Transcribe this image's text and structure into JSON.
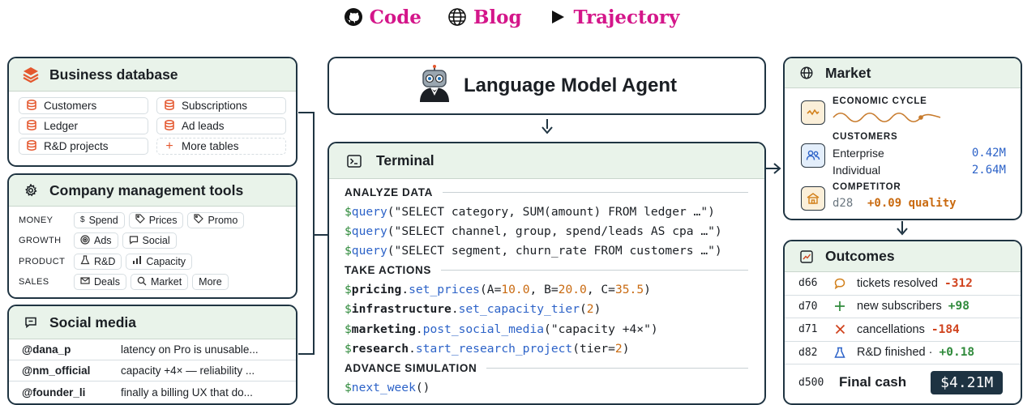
{
  "links": {
    "code": "Code",
    "blog": "Blog",
    "trajectory": "Trajectory",
    "color": "#d4168a"
  },
  "business_db": {
    "title": "Business database",
    "items": [
      "Customers",
      "Subscriptions",
      "Ledger",
      "Ad leads",
      "R&D projects",
      "More tables"
    ]
  },
  "tools": {
    "title": "Company management tools",
    "rows": [
      {
        "category": "MONEY",
        "chips": [
          "Spend",
          "Prices",
          "Promo"
        ]
      },
      {
        "category": "GROWTH",
        "chips": [
          "Ads",
          "Social"
        ]
      },
      {
        "category": "PRODUCT",
        "chips": [
          "R&D",
          "Capacity"
        ]
      },
      {
        "category": "SALES",
        "chips": [
          "Deals",
          "Market",
          "More"
        ]
      }
    ]
  },
  "social": {
    "title": "Social media",
    "posts": [
      {
        "handle": "@dana_p",
        "text": "latency on Pro is unusable..."
      },
      {
        "handle": "@nm_official",
        "text": "capacity +4× — reliability ..."
      },
      {
        "handle": "@founder_li",
        "text": "finally a billing UX that do..."
      }
    ]
  },
  "agent": {
    "title": "Language Model Agent"
  },
  "terminal": {
    "title": "Terminal",
    "sections": {
      "analyze": "ANALYZE DATA",
      "actions": "TAKE ACTIONS",
      "advance": "ADVANCE SIMULATION"
    },
    "queries": [
      "\"SELECT category, SUM(amount) FROM ledger …\"",
      "\"SELECT channel, group, spend/leads AS cpa …\"",
      "\"SELECT segment, churn_rate FROM customers …\""
    ],
    "actions": [
      {
        "obj": "pricing",
        "fn": "set_prices",
        "args": "A=10.0, B=20.0, C=35.5"
      },
      {
        "obj": "infrastructure",
        "fn": "set_capacity_tier",
        "args": "2"
      },
      {
        "obj": "marketing",
        "fn": "post_social_media",
        "args": "\"capacity +4×\""
      },
      {
        "obj": "research",
        "fn": "start_research_project",
        "args": "tier=2"
      }
    ],
    "prompt": "$",
    "query_fn": "query",
    "advance_fn": "next_week"
  },
  "market": {
    "title": "Market",
    "economic_cycle": "ECONOMIC CYCLE",
    "customers_label": "CUSTOMERS",
    "enterprise_label": "Enterprise",
    "enterprise_value": "0.42M",
    "individual_label": "Individual",
    "individual_value": "2.64M",
    "competitor_label": "COMPETITOR",
    "competitor_day": "d28",
    "competitor_change": "+0.09 quality"
  },
  "outcomes": {
    "title": "Outcomes",
    "rows": [
      {
        "day": "d66",
        "icon": "speech-bubble-icon",
        "label": "tickets resolved",
        "delta": "-312",
        "sign": "neg"
      },
      {
        "day": "d70",
        "icon": "plus-icon",
        "label": "new subscribers",
        "delta": "+98",
        "sign": "pos"
      },
      {
        "day": "d71",
        "icon": "x-icon",
        "label": "cancellations",
        "delta": "-184",
        "sign": "neg"
      },
      {
        "day": "d82",
        "icon": "flask-icon",
        "label": "R&D finished ·",
        "delta": "+0.18",
        "sign": "pos"
      }
    ],
    "final_day": "d500",
    "final_label": "Final cash",
    "final_value": "$4.21M"
  },
  "colors": {
    "panel_border": "#1f3442",
    "header_bg": "#e9f3ea",
    "orange": "#e4572e",
    "green": "#2f8a3b",
    "blue": "#2d63c8",
    "red": "#d0431e"
  }
}
